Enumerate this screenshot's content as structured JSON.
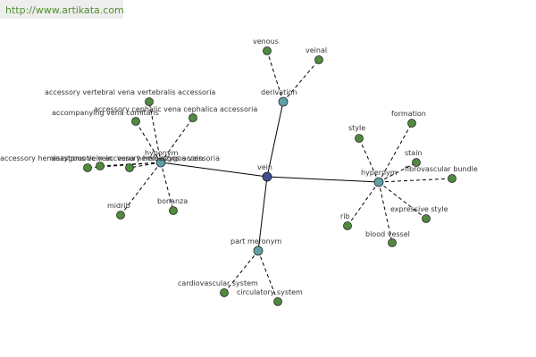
{
  "header": {
    "url": "http://www.artikata.com"
  },
  "colors": {
    "center_node": "#3f4f8f",
    "hub_node": "#5f9fa8",
    "leaf_node": "#4f8a3f",
    "edge": "#000000",
    "url_text": "#4f8f2f",
    "url_bg": "#eeeeee"
  },
  "graph": {
    "center": {
      "id": "vein",
      "label": "vein"
    },
    "hubs": [
      {
        "id": "derivation",
        "label": "derivation",
        "relation": "derivation"
      },
      {
        "id": "hyponym",
        "label": "hyponym",
        "relation": "hyponym"
      },
      {
        "id": "hypernym",
        "label": "hypernym",
        "relation": "hypernym"
      },
      {
        "id": "part-meronym",
        "label": "part meronym",
        "relation": "part meronym"
      }
    ],
    "leaves": [
      {
        "id": "venous",
        "hub": "derivation",
        "label": "venous"
      },
      {
        "id": "veinal",
        "hub": "derivation",
        "label": "veinal"
      },
      {
        "id": "accessory-vertebral",
        "hub": "hyponym",
        "label": "accessory vertebral vena vertebralis accessoria"
      },
      {
        "id": "accessory-cephalic",
        "hub": "hyponym",
        "label": "accessory cephalic vena cephalica accessoria"
      },
      {
        "id": "accompanying-vein",
        "hub": "hyponym",
        "label": "accompanying vena comitans"
      },
      {
        "id": "accessory-hemiazygos",
        "hub": "hyponym",
        "label": "accessory hemiazygous vein accessory hemiazygos vein"
      },
      {
        "id": "anastomotic",
        "hub": "hyponym",
        "label": "anastomotic vein"
      },
      {
        "id": "accessory-hemiazygos-vena",
        "hub": "hyponym",
        "label": "vena hemiazygos accessoria"
      },
      {
        "id": "midrib",
        "hub": "hyponym",
        "label": "midrib"
      },
      {
        "id": "bonanza",
        "hub": "hyponym",
        "label": "bonanza"
      },
      {
        "id": "style",
        "hub": "hypernym",
        "label": "style"
      },
      {
        "id": "formation",
        "hub": "hypernym",
        "label": "formation"
      },
      {
        "id": "stain",
        "hub": "hypernym",
        "label": "stain"
      },
      {
        "id": "fibrovascular-bundle",
        "hub": "hypernym",
        "label": "fibrovascular bundle"
      },
      {
        "id": "expressive-style",
        "hub": "hypernym",
        "label": "expressive style"
      },
      {
        "id": "blood-vessel",
        "hub": "hypernym",
        "label": "blood vessel"
      },
      {
        "id": "rib",
        "hub": "hypernym",
        "label": "rib"
      },
      {
        "id": "cardiovascular-system",
        "hub": "part-meronym",
        "label": "cardiovascular system"
      },
      {
        "id": "circulatory-system",
        "hub": "part-meronym",
        "label": "circulatory system"
      }
    ]
  }
}
